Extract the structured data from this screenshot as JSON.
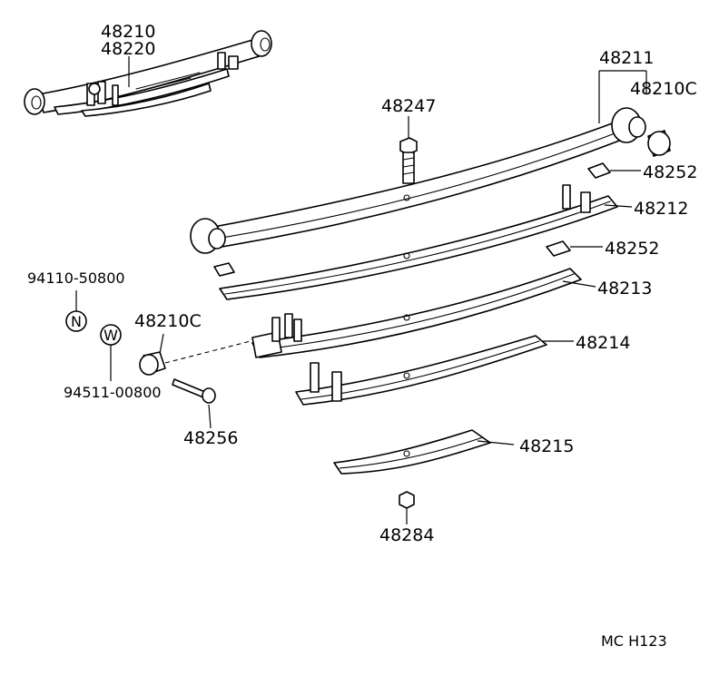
{
  "labels": {
    "assy_a": "48210",
    "assy_b": "48220",
    "leaf_no1": "48211",
    "bushing_right": "48210C",
    "bolt_center": "48247",
    "pad_upper": "48252",
    "leaf_no2": "48212",
    "pad_lower": "48252",
    "leaf_no3": "48213",
    "leaf_no4": "48214",
    "leaf_no5": "48215",
    "nut": "48284",
    "bushing_left": "48210C",
    "bolt_shackle": "48256",
    "part_n": "94110-50800",
    "part_w": "94511-00800",
    "n_symbol": "N",
    "w_symbol": "W",
    "drawing_code": "MC  H123"
  }
}
